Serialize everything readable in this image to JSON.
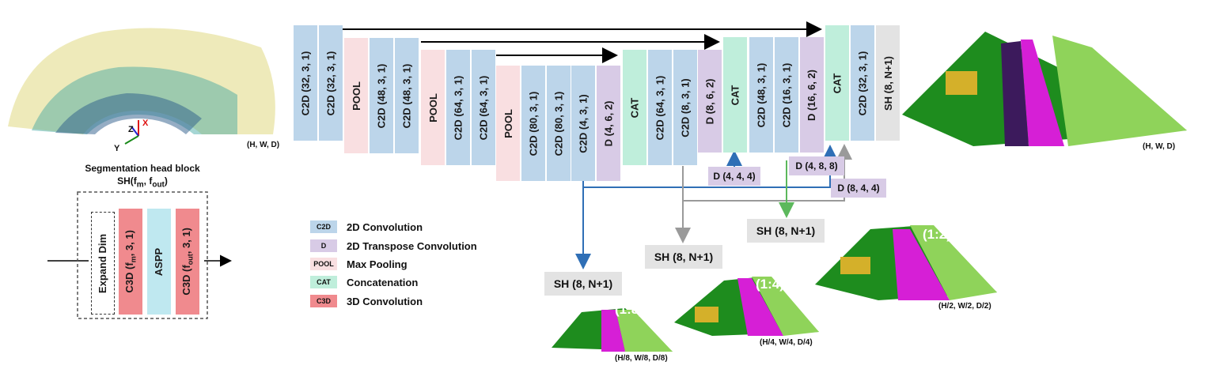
{
  "input_dims": "(H, W, D)",
  "output_dims": "(H, W, D)",
  "axes": {
    "x": "X",
    "y": "Y",
    "z": "Z"
  },
  "seg_head": {
    "title": "Segmentation head block",
    "formula_main": "SH(f",
    "formula_sub1": "m",
    "formula_mid": ", f",
    "formula_sub2": "out",
    "formula_end": ")",
    "blocks": {
      "expand": "Expand Dim",
      "c3d_first_a": "C3D (f",
      "c3d_first_sub": "m",
      "c3d_first_b": ", 3, 1)",
      "aspp": "ASPP",
      "c3d_second_a": "C3D (f",
      "c3d_second_sub": "out",
      "c3d_second_b": ", 3, 1)"
    }
  },
  "network": {
    "b1": "C2D (32, 3, 1)",
    "b2": "C2D (32, 3, 1)",
    "b3": "POOL",
    "b4": "C2D (48, 3, 1)",
    "b5": "C2D (48, 3, 1)",
    "b6": "POOL",
    "b7": "C2D (64, 3, 1)",
    "b8": "C2D (64, 3, 1)",
    "b9": "POOL",
    "b10": "C2D (80, 3, 1)",
    "b11": "C2D (80, 3, 1)",
    "b12": "C2D (4, 3, 1)",
    "b13": "D (4, 6, 2)",
    "b14": "CAT",
    "b15": "C2D (64, 3, 1)",
    "b16": "C2D (8, 3, 1)",
    "b17": "D (8, 6, 2)",
    "b18": "CAT",
    "b19": "C2D (48, 3, 1)",
    "b20": "C2D (16, 3, 1)",
    "b21": "D (16, 6, 2)",
    "b22": "CAT",
    "b23": "C2D (32, 3, 1)",
    "b24": "SH (8, N+1)"
  },
  "upsample": {
    "d1": "D (4, 4, 4)",
    "d2": "D (4, 8, 8)",
    "d3": "D (8, 4, 4)"
  },
  "heads": {
    "sh1": "SH (8, N+1)",
    "sh2": "SH (8, N+1)",
    "sh3": "SH (8, N+1)"
  },
  "scales": {
    "s18": "(1:8)",
    "s18_dims": "(H/8, W/8, D/8)",
    "s14": "(1:4)",
    "s14_dims": "(H/4, W/4, D/4)",
    "s12": "(1:2)",
    "s12_dims": "(H/2, W/2, D/2)"
  },
  "legend": [
    {
      "abbr": "C2D",
      "label": "2D Convolution"
    },
    {
      "abbr": "D",
      "label": "2D Transpose Convolution"
    },
    {
      "abbr": "POOL",
      "label": "Max Pooling"
    },
    {
      "abbr": "CAT",
      "label": "Concatenation"
    },
    {
      "abbr": "C3D",
      "label": "3D Convolution"
    }
  ],
  "colors": {
    "c2d": "#bcd5ea",
    "transpose": "#d8cbe6",
    "pool": "#f9dfe1",
    "cat": "#bfeedb",
    "c3d": "#f08a8e",
    "aspp": "#bfe8f0",
    "arrow_blue": "#2f6fb6",
    "arrow_gray": "#9a9a9a",
    "arrow_green": "#5cb85c",
    "road": "#d61fd6",
    "vegetation": "#1e8c1e",
    "terrain": "#8fd35a",
    "building": "#d4b02a"
  }
}
